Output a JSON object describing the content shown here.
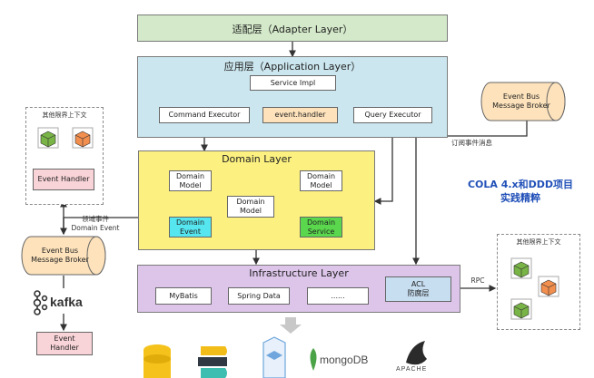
{
  "adapter_layer": {
    "title": "适配层（Adapter Layer）"
  },
  "application_layer": {
    "title": "应用层（Application Layer）",
    "service_impl": "Service Impl",
    "command_executor": "Command Executor",
    "event_handler": "event.handler",
    "query_executor": "Query Executor"
  },
  "domain_layer": {
    "title": "Domain Layer",
    "domain_model": "Domain\nModel",
    "domain_event": "Domain\nEvent",
    "domain_service": "Domain\nService"
  },
  "infrastructure_layer": {
    "title": "Infrastructure Layer",
    "mybatis": "MyBatis",
    "spring_data": "Spring Data",
    "more": "......",
    "acl": "ACL\n防腐层"
  },
  "left_context": {
    "title": "其他限界上下文",
    "event_handler": "Event Handler"
  },
  "right_context": {
    "title": "其他限界上下文"
  },
  "event_bus_left": "Event Bus\nMessage Broker",
  "event_bus_right": "Event Bus\nMessage Broker",
  "labels": {
    "domain_event_flow": "领域事件\nDomain Event",
    "subscribe": "订阅事件消息",
    "rpc": "RPC"
  },
  "kafka": {
    "logo_text": "kafka",
    "event_handler": "Event\nHandler"
  },
  "cola_title_line1": "COLA 4.x和DDD项目",
  "cola_title_line2": "实践精粹",
  "logos": {
    "mongodb": "mongoDB",
    "apache": "APACHE"
  },
  "colors": {
    "adapter": "#d3e9c9",
    "application": "#cbe6ee",
    "domain": "#fbf080",
    "infrastructure": "#ddc5ea",
    "event_handler_app": "#fde2bb",
    "event_handler": "#f8d3d7",
    "domain_event": "#55e6ef",
    "domain_service": "#5ad74c",
    "event_bus": "#fde2bb",
    "acl": "#c7ddf0",
    "cola_title": "#2150b8"
  }
}
